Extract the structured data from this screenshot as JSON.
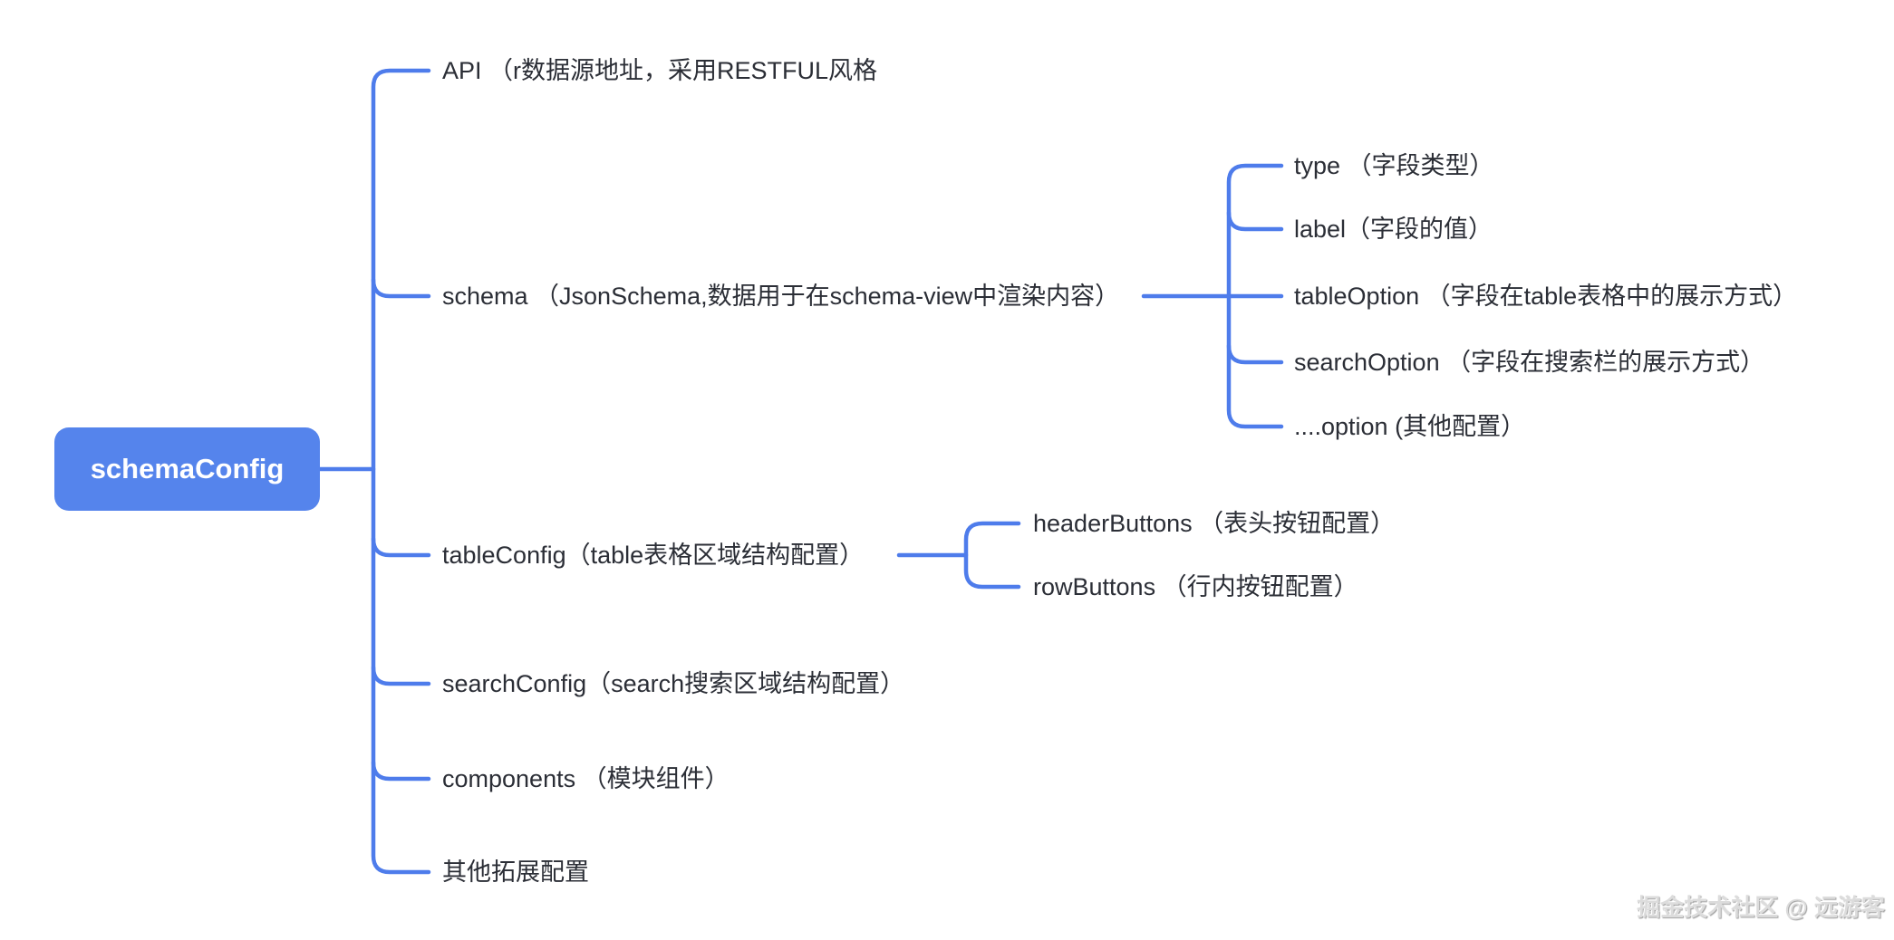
{
  "root": {
    "label": "schemaConfig"
  },
  "colors": {
    "accent_line": "#4E7CEB",
    "root_fill": "#5584EC",
    "root_text": "#FFFFFF",
    "label_text": "#2B2E36",
    "watermark_text": "#DCDCDC",
    "background": "#FFFFFF"
  },
  "branches": [
    {
      "label": "API （r数据源地址，采用RESTFUL风格",
      "children": []
    },
    {
      "label": "schema （JsonSchema,数据用于在schema-view中渲染内容）",
      "children": [
        {
          "label": "type （字段类型）"
        },
        {
          "label": "label（字段的值）"
        },
        {
          "label": "tableOption （字段在table表格中的展示方式）"
        },
        {
          "label": "searchOption （字段在搜索栏的展示方式）"
        },
        {
          "label": "....option (其他配置）"
        }
      ]
    },
    {
      "label": "tableConfig（table表格区域结构配置）",
      "children": [
        {
          "label": "headerButtons （表头按钮配置）"
        },
        {
          "label": "rowButtons （行内按钮配置）"
        }
      ]
    },
    {
      "label": "searchConfig（search搜索区域结构配置）",
      "children": []
    },
    {
      "label": "components （模块组件）",
      "children": []
    },
    {
      "label": "其他拓展配置",
      "children": []
    }
  ],
  "watermark": "掘金技术社区 @ 远游客"
}
